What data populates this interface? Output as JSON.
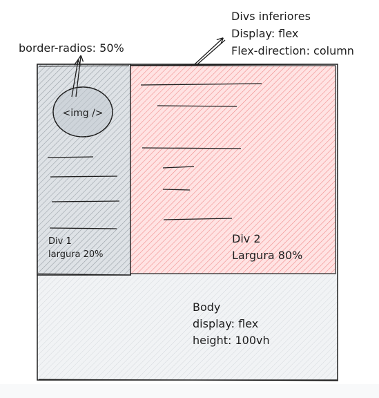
{
  "annotations": {
    "radius_note": "border-radios: 50%",
    "flex_note": [
      "Divs inferiores",
      "Display: flex",
      "Flex-direction: column"
    ]
  },
  "div1": {
    "img_label": "<img />",
    "caption": [
      "Div 1",
      "largura 20%"
    ],
    "fill_color": "#ced4da"
  },
  "div2": {
    "caption": [
      "Div 2",
      "Largura 80%"
    ],
    "fill_color": "#ffc9c9"
  },
  "body_box": {
    "caption": [
      "Body",
      "display: flex",
      "height: 100vh"
    ],
    "fill_color": "#e9ecef"
  },
  "colors": {
    "background": "#ffffff",
    "stroke": "#1e1e1e"
  }
}
